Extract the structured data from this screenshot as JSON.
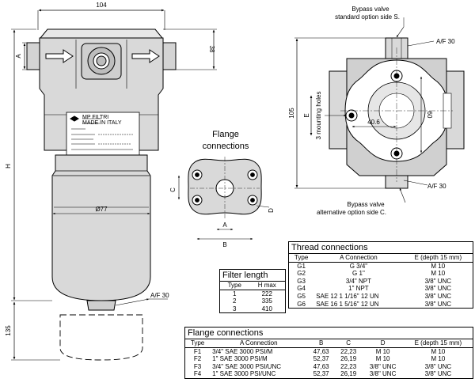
{
  "filter_view": {
    "width_dim": "104",
    "dim_38": "38",
    "dim_a": "A",
    "dim_h": "H",
    "dim_diameter": "Ø77",
    "dim_af": "A/F 30",
    "dim_135": "135",
    "plate_lines": [
      "MP FILTRI",
      "MADE IN ITALY"
    ]
  },
  "top_view": {
    "bypass_standard": [
      "Bypass valve",
      "standard option side S."
    ],
    "bypass_alternative": [
      "Bypass valve",
      "alternative option side C."
    ],
    "af_top": "A/F 30",
    "af_bottom": "A/F 30",
    "dim_105": "105",
    "dim_e": "E",
    "mounting_holes": "3 mounting holes",
    "dim_406": "40.6",
    "dim_60": "60"
  },
  "flange_view": {
    "title": [
      "Flange",
      "connections"
    ],
    "dim_c": "C",
    "dim_a": "A",
    "dim_b": "B",
    "dim_d": "D"
  },
  "thread_table": {
    "title": "Thread connections",
    "headers": [
      "Type",
      "A Connection",
      "E (depth 15 mm)"
    ],
    "rows": [
      [
        "G1",
        "G 3/4\"",
        "M 10"
      ],
      [
        "G2",
        "G 1\"",
        "M 10"
      ],
      [
        "G3",
        "3/4\" NPT",
        "3/8\" UNC"
      ],
      [
        "G4",
        "1\" NPT",
        "3/8\" UNC"
      ],
      [
        "G5",
        "SAE 12   1 1/16\" 12 UN",
        "3/8\" UNC"
      ],
      [
        "G6",
        "SAE 16   1 5/16\" 12 UN",
        "3/8\" UNC"
      ]
    ]
  },
  "length_table": {
    "title": "Filter length",
    "headers": [
      "Type",
      "H max"
    ],
    "rows": [
      [
        "1",
        "222"
      ],
      [
        "2",
        "335"
      ],
      [
        "3",
        "410"
      ]
    ]
  },
  "flange_table": {
    "title": "Flange connections",
    "headers": [
      "Type",
      "A Connection",
      "B",
      "C",
      "D",
      "E (depth 15 mm)"
    ],
    "rows": [
      [
        "F1",
        "3/4\" SAE   3000 PSI/M",
        "47,63",
        "22,23",
        "M 10",
        "M 10"
      ],
      [
        "F2",
        "1\" SAE   3000 PSI/M",
        "52,37",
        "26,19",
        "M 10",
        "M 10"
      ],
      [
        "F3",
        "3/4\" SAE   3000 PSI/UNC",
        "47,63",
        "22,23",
        "3/8\" UNC",
        "3/8\" UNC"
      ],
      [
        "F4",
        "1\" SAE   3000 PSI/UNC",
        "52,37",
        "26,19",
        "3/8\" UNC",
        "3/8\" UNC"
      ]
    ]
  }
}
